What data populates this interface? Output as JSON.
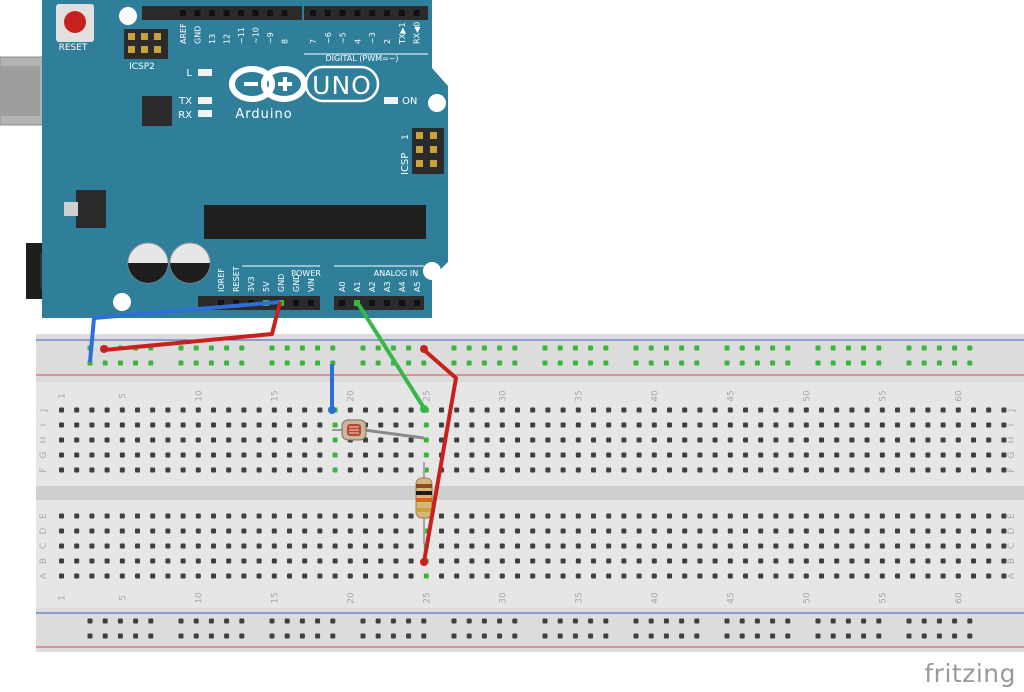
{
  "board": {
    "name": "Arduino",
    "model": "UNO",
    "reset_label": "RESET",
    "icsp2_label": "ICSP2",
    "icsp_label": "ICSP",
    "digital_label": "DIGITAL (PWM=~)",
    "power_label": "POWER",
    "analog_label": "ANALOG IN",
    "led_labels": [
      "L",
      "TX",
      "RX",
      "ON"
    ],
    "digital_pins_left": [
      "AREF",
      "GND",
      "13",
      "12",
      "~11",
      "~10",
      "~9",
      "8"
    ],
    "digital_pins_right": [
      "7",
      "~6",
      "~5",
      "4",
      "~3",
      "2",
      "TX▶1",
      "RX◀0"
    ],
    "power_pins": [
      "IOREF",
      "RESET",
      "3V3",
      "5V",
      "GND",
      "GND",
      "VIN"
    ],
    "analog_pins": [
      "A0",
      "A1",
      "A2",
      "A3",
      "A4",
      "A5"
    ],
    "icsp_pin_number": "1",
    "colors": {
      "board": "#2f7f9b",
      "header": "#2b2b2b",
      "text": "#ffffff"
    }
  },
  "breadboard": {
    "column_numbers": [
      "1",
      "5",
      "10",
      "15",
      "20",
      "25",
      "30",
      "35",
      "40",
      "45",
      "50",
      "55",
      "60"
    ],
    "row_letters_top": [
      "J",
      "I",
      "H",
      "G",
      "F"
    ],
    "row_letters_bottom": [
      "E",
      "D",
      "C",
      "B",
      "A"
    ],
    "colors": {
      "body": "#e6e6e6",
      "rail_red": "#d84a4a",
      "rail_blue": "#3b57c4",
      "hole": "#3f3f3f",
      "hole_active": "#39b53d"
    }
  },
  "components": [
    {
      "type": "photoresistor",
      "name": "photocell"
    },
    {
      "type": "resistor",
      "name": "resistor"
    }
  ],
  "wires": [
    {
      "name": "gnd-to-rail",
      "color": "#2c6fd6"
    },
    {
      "name": "5v-to-rail",
      "color": "#c8211d"
    },
    {
      "name": "a1-signal",
      "color": "#3ab54a"
    },
    {
      "name": "rail-to-row-blue",
      "color": "#2c6fd6"
    },
    {
      "name": "rail-to-resistor-red",
      "color": "#c8211d"
    }
  ],
  "watermark": "fritzing"
}
